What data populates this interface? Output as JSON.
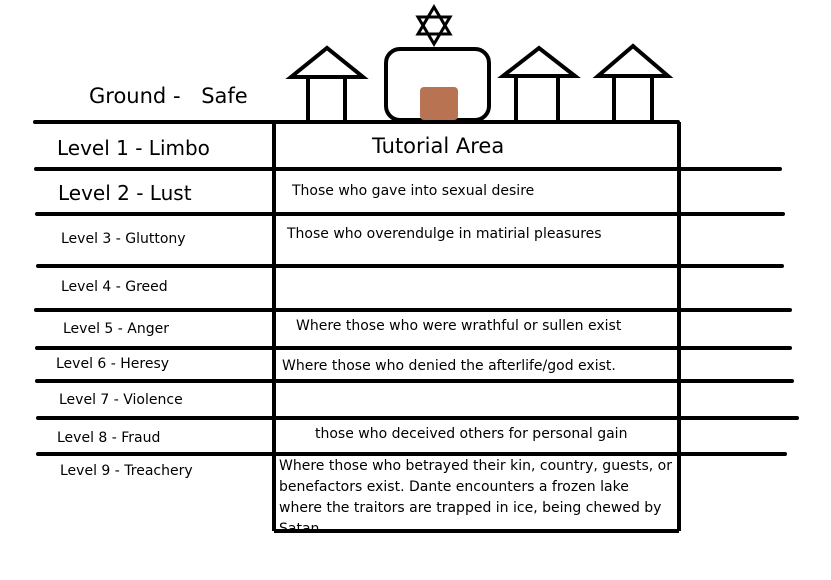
{
  "ground": {
    "label": "Ground",
    "sep": "-",
    "value": "Safe"
  },
  "tutorial_label": "Tutorial Area",
  "levels": [
    {
      "name": "Level 1 -  Limbo",
      "desc": ""
    },
    {
      "name": "Level 2 - Lust",
      "desc": "Those who gave into sexual desire"
    },
    {
      "name": "Level 3 - Gluttony",
      "desc": "Those who overendulge in matirial pleasures"
    },
    {
      "name": "Level 4 - Greed",
      "desc": ""
    },
    {
      "name": "Level 5 - Anger",
      "desc": "Where those who were wrathful or sullen exist"
    },
    {
      "name": "Level 6 - Heresy",
      "desc": "Where those who denied the afterlife/god exist."
    },
    {
      "name": "Level 7 - Violence",
      "desc": ""
    },
    {
      "name": "Level 8 - Fraud",
      "desc": "those who deceived others for personal gain"
    },
    {
      "name": "Level 9 - Treachery",
      "desc": "Where those who betrayed their kin, country, guests, or benefactors exist. Dante encounters a frozen lake where the traitors are trapped in ice, being chewed by Satan"
    }
  ],
  "colors": {
    "line": "#000000",
    "door": "#b87452"
  },
  "icons": [
    "house-icon",
    "temple-icon",
    "star-of-david-icon",
    "door-icon"
  ]
}
